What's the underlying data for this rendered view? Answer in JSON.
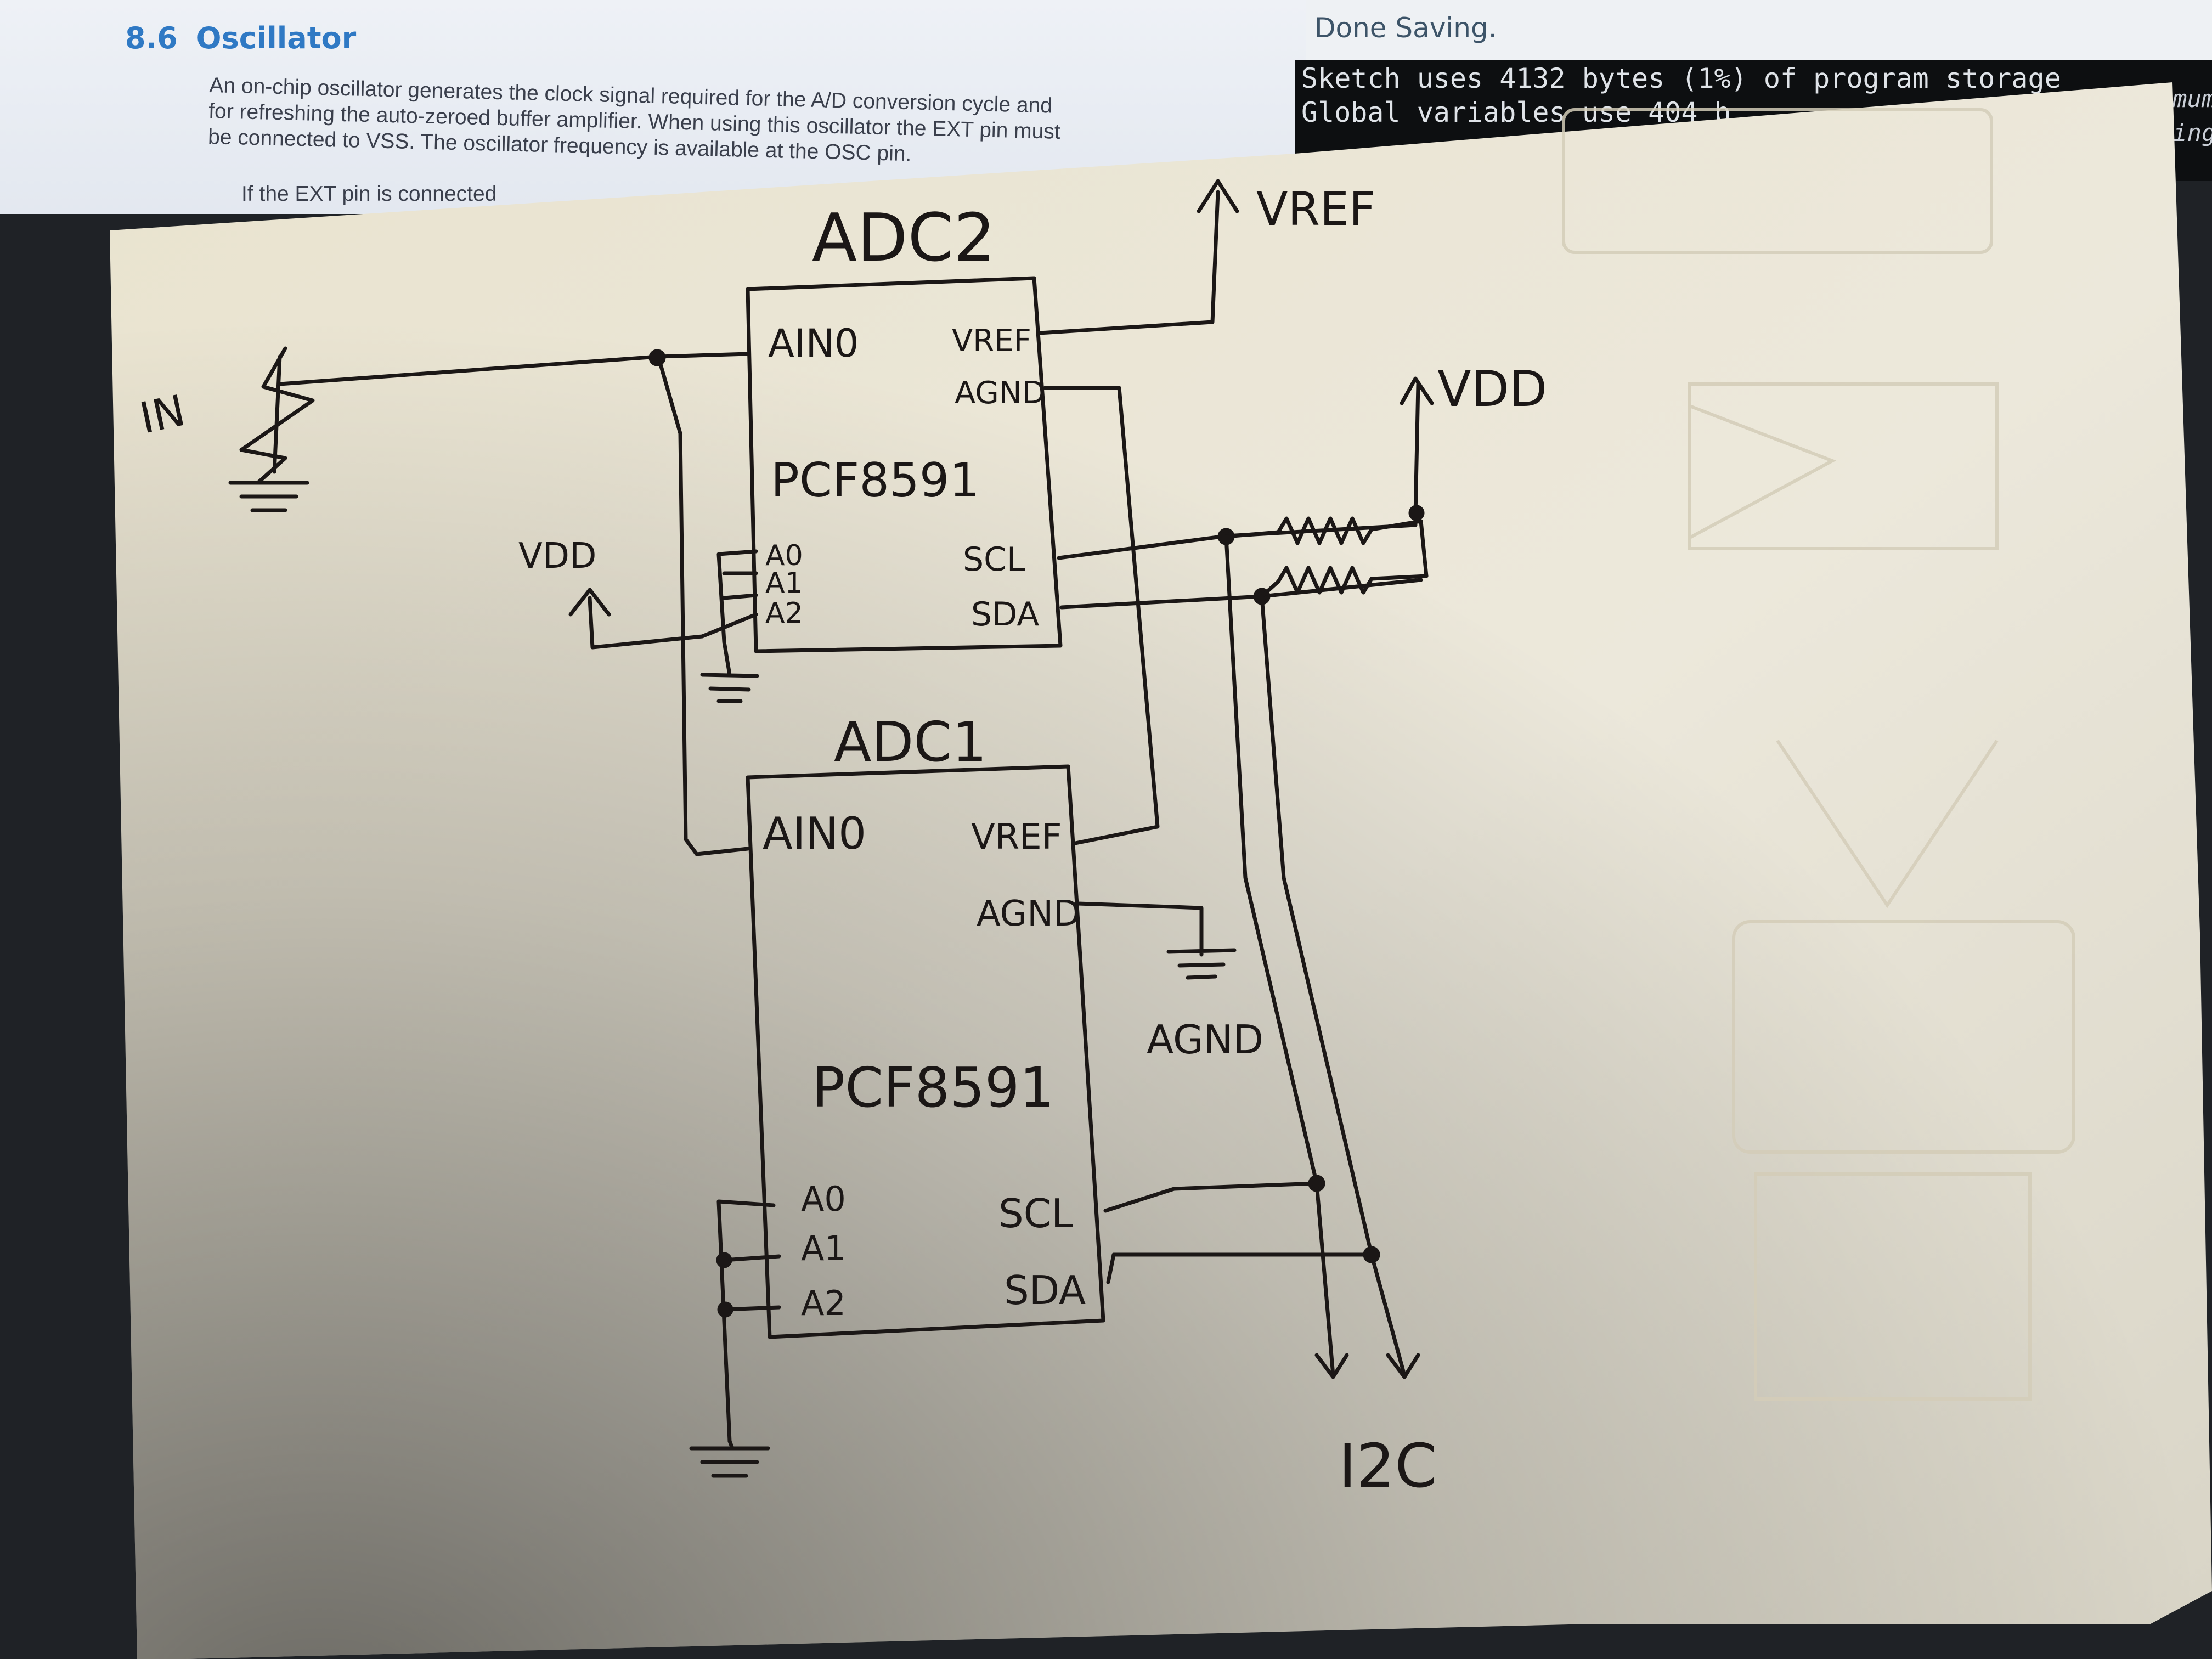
{
  "datasheet": {
    "section_number": "8.6",
    "section_title": "Oscillator",
    "body_lines": [
      "An on-chip oscillator generates the clock signal required for the A/D conversion cycle and",
      "for refreshing the auto-zeroed buffer amplifier. When using this oscillator the EXT pin must",
      "be connected to VSS. The oscillator frequency is available at the OSC pin."
    ],
    "cutoff_line": "If the EXT pin is connected"
  },
  "ide": {
    "status": "Done Saving.",
    "console_lines": [
      "Sketch uses 4132 bytes (1%) of program storage",
      "Global variables use 404 b"
    ],
    "right_fragments": [
      "mum",
      "ing"
    ]
  },
  "schematic": {
    "in_label": "IN",
    "vref_label": "VREF",
    "vdd_top_label": "VDD",
    "vdd_left_label": "VDD",
    "agnd_label": "AGND",
    "i2c_label": "I2C",
    "adc2": {
      "title": "ADC2",
      "chip": "PCF8591",
      "pin_ain0": "AIN0",
      "pin_vref": "VREF",
      "pin_agnd": "AGND",
      "pin_a0": "A0",
      "pin_a1": "A1",
      "pin_a2": "A2",
      "pin_scl": "SCL",
      "pin_sda": "SDA"
    },
    "adc1": {
      "title": "ADC1",
      "chip": "PCF8591",
      "pin_ain0": "AIN0",
      "pin_vref": "VREF",
      "pin_agnd": "AGND",
      "pin_a0": "A0",
      "pin_a1": "A1",
      "pin_a2": "A2",
      "pin_scl": "SCL",
      "pin_sda": "SDA"
    }
  }
}
